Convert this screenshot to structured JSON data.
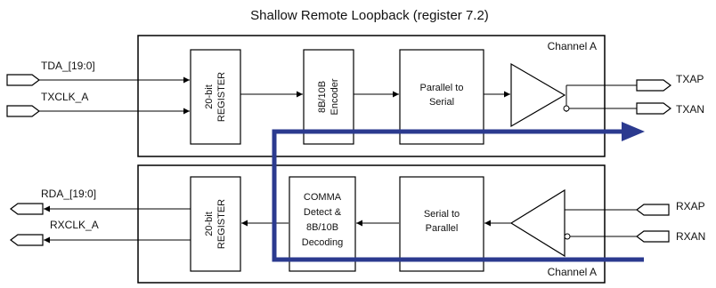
{
  "title": "Shallow Remote Loopback (register 7.2)",
  "tx": {
    "channel": "Channel  A",
    "inputs": [
      "TDA_[19:0]",
      "TXCLK_A"
    ],
    "register": [
      "20-bit",
      "REGISTER"
    ],
    "encoder": [
      "8B/10B",
      "Encoder"
    ],
    "serializer": [
      "Parallel to",
      "Serial"
    ],
    "outputs": [
      "TXAP",
      "TXAN"
    ]
  },
  "rx": {
    "channel": "Channel  A",
    "outputs": [
      "RDA_[19:0]",
      "RXCLK_A"
    ],
    "register": [
      "20-bit",
      "REGISTER"
    ],
    "decoder": [
      "COMMA",
      "Detect  &",
      "8B/10B",
      "Decoding"
    ],
    "deserializer": [
      "Serial to",
      "Parallel"
    ],
    "inputs": [
      "RXAP",
      "RXAN"
    ]
  },
  "colors": {
    "loopback": "#2b3a8f",
    "line": "#000000"
  }
}
